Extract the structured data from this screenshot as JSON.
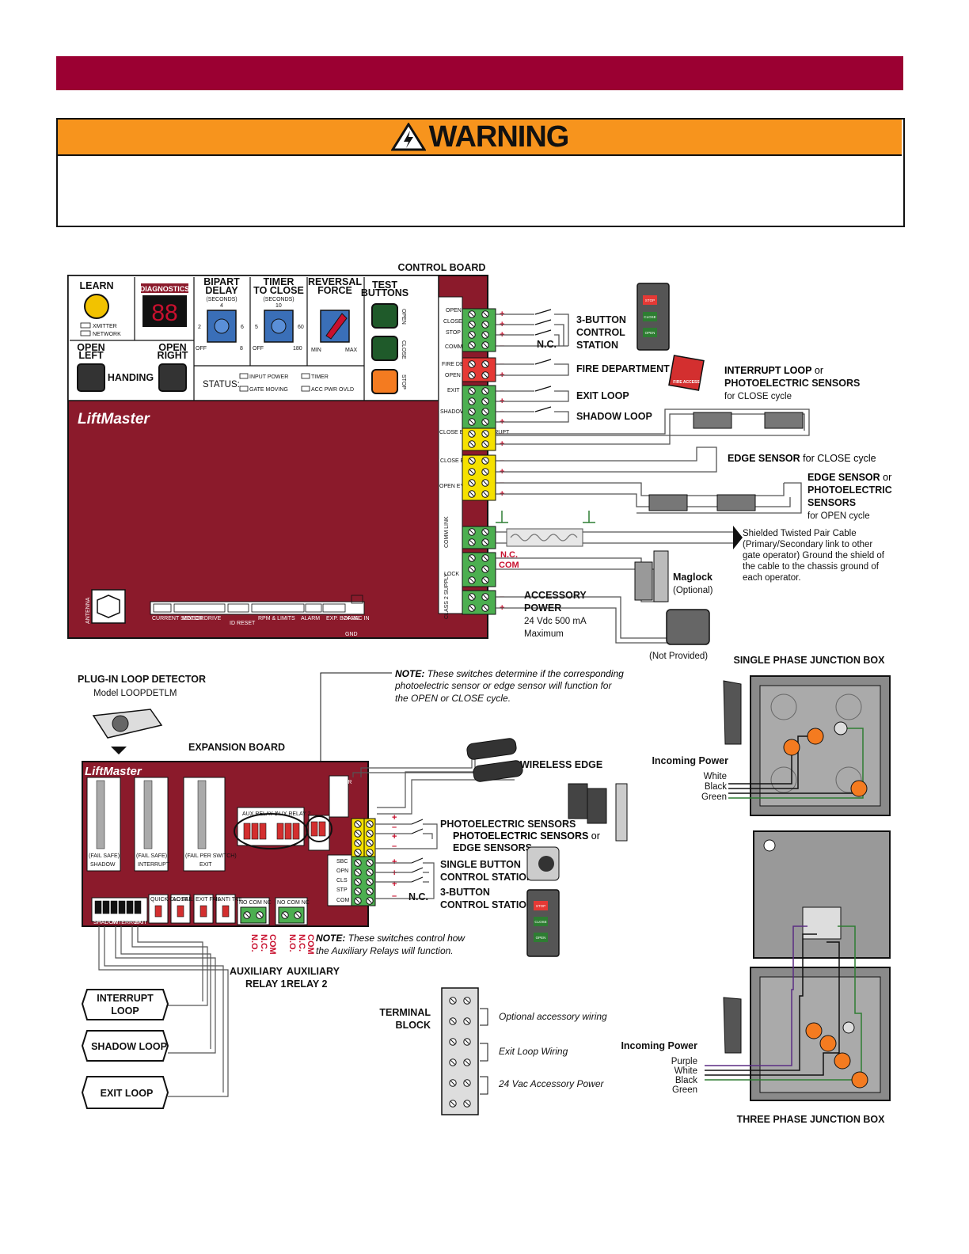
{
  "header": {
    "warning_title": "WARNING",
    "colors": {
      "banner": "#9b0032",
      "warning": "#f7941d",
      "board": "#8b1a2b"
    }
  },
  "control_board": {
    "title": "CONTROL BOARD",
    "learn": "LEARN",
    "xmitter": "XMITTER",
    "network": "NETWORK",
    "diagnostics": "DIAGNOSTICS",
    "display": "88",
    "bipart_delay": "BIPART",
    "bipart_delay2": "DELAY",
    "seconds": "(SECONDS)",
    "bipart_marks": [
      "OFF",
      "2",
      "4",
      "6",
      "8"
    ],
    "timer": "TIMER",
    "timer2": "TO CLOSE",
    "timer_marks": [
      "OFF",
      "5",
      "10",
      "60",
      "180"
    ],
    "reversal": "REVERSAL",
    "reversal2": "FORCE",
    "rev_marks": [
      "MIN",
      "MAX"
    ],
    "test": "TEST",
    "test2": "BUTTONS",
    "test_labels": [
      "OPEN",
      "CLOSE",
      "STOP"
    ],
    "open_left": "OPEN",
    "open_left2": "LEFT",
    "handing": "HANDING",
    "open_right": "OPEN",
    "open_right2": "RIGHT",
    "status": "STATUS:",
    "status_items": [
      "INPUT POWER",
      "TIMER",
      "GATE MOVING",
      "ACC PWR OVLD"
    ],
    "logo": "LiftMaster",
    "antenna": "ANTENNA",
    "connectors": [
      "CURRENT SENSOR",
      "MOTOR DRIVE",
      "ID RESET",
      "RPM & LIMITS",
      "ALARM",
      "EXP. BOARD",
      "24 VAC IN",
      "GND"
    ],
    "term_labels": [
      "OPEN",
      "CLOSE",
      "STOP",
      "COMM",
      "FIRE DEPT",
      "OPEN",
      "EXIT",
      "SHADOW",
      "CLOSE EYES/ INTERRUPT",
      "CLOSE EDGE",
      "OPEN EYES/ EDGE",
      "COMM LINK",
      "LOCK",
      "CLASS 2 SUPPLY"
    ]
  },
  "right_labels": {
    "three_button": "3-BUTTON",
    "three_button2": "CONTROL",
    "three_button3": "STATION",
    "nc": "N.C.",
    "stop": "STOP",
    "close": "CLOSE",
    "open": "OPEN",
    "fire_dept": "FIRE DEPARTMENT",
    "fire_box": "FIRE ACCESS",
    "interrupt_a": "INTERRUPT LOOP",
    "interrupt_or": " or",
    "interrupt_b": "PHOTOELECTRIC SENSORS",
    "interrupt_c": "for CLOSE cycle",
    "exit_loop": "EXIT LOOP",
    "shadow_loop": "SHADOW LOOP",
    "edge_close_a": "EDGE SENSOR",
    "edge_close_b": " for CLOSE cycle",
    "edge_open_a": "EDGE SENSOR",
    "edge_open_or": " or",
    "edge_open_b": "PHOTOELECTRIC",
    "edge_open_c": "SENSORS",
    "edge_open_d": "for OPEN cycle",
    "stp_lines": [
      "Shielded Twisted Pair Cable",
      "(Primary/Secondary link to other",
      "gate operator) Ground the shield of",
      "the cable to the chassis ground of",
      "each operator."
    ],
    "nc2": "N.C.",
    "com": "COM",
    "maglock": "Maglock",
    "optional": "(Optional)",
    "acc_a": "ACCESSORY",
    "acc_b": "POWER",
    "acc_c": "24 Vdc 500 mA",
    "acc_d": "Maximum",
    "not_provided": "(Not Provided)"
  },
  "expansion": {
    "plugin_a": "PLUG-IN LOOP DETECTOR",
    "plugin_b": "Model LOOPDETLM",
    "title": "EXPANSION BOARD",
    "logo": "LiftMaster",
    "note_bold": "NOTE:",
    "note_lines": [
      " These switches determine if the corresponding",
      "photoelectric sensor or edge sensor will function for",
      "the OPEN or CLOSE cycle."
    ],
    "slots": [
      "SHADOW",
      "INTERRUPT",
      "EXIT"
    ],
    "slot_sub": [
      "(FAIL SAFE)",
      "(FAIL SAFE)",
      "(FAIL PER SWITCH)"
    ],
    "sw_labels": [
      "QUICK CLOSE",
      "AC FAIL",
      "EXIT FAIL",
      "ANTI TAIL"
    ],
    "aux": [
      "AUX RELAY 1",
      "AUX RELAY 2"
    ],
    "nocomnc": "NO COM NC",
    "no": "N.O.",
    "nc": "N.C.",
    "com": "COM",
    "aux_a": "AUXILIARY",
    "aux_b1": "RELAY 1",
    "aux_b2": "RELAY 2",
    "note2_bold": "NOTE:",
    "note2_lines": [
      " These switches control how",
      "the Auxiliary Relays will function."
    ],
    "wireless": "WIRELESS EDGE",
    "photo1": "PHOTOELECTRIC SENSORS",
    "photo2": "PHOTOELECTRIC SENSORS",
    "photo2_or": " or",
    "edge": "EDGE SENSORS",
    "single_a": "SINGLE BUTTON",
    "single_b": "CONTROL STATION",
    "three_a": "3-BUTTON",
    "three_b": "CONTROL STATION",
    "ncx": "N.C.",
    "term": [
      "SBC",
      "OPN",
      "CLS",
      "STP",
      "COM"
    ],
    "power": "POWER",
    "interrupt_loop_a": "INTERRUPT",
    "interrupt_loop_b": "LOOP",
    "shadow_loop": "SHADOW LOOP",
    "exit_loop": "EXIT LOOP"
  },
  "terminal": {
    "title_a": "TERMINAL",
    "title_b": "BLOCK",
    "items": [
      "Optional accessory wiring",
      "Exit Loop Wiring",
      "24 Vac Accessory Power"
    ]
  },
  "junction": {
    "single": "SINGLE PHASE JUNCTION BOX",
    "incoming": "Incoming Power",
    "single_wires": [
      "White",
      "Black",
      "Green"
    ],
    "three": "THREE PHASE JUNCTION BOX",
    "incoming2": "Incoming Power",
    "three_wires": [
      "Purple",
      "White",
      "Black",
      "Green"
    ]
  }
}
